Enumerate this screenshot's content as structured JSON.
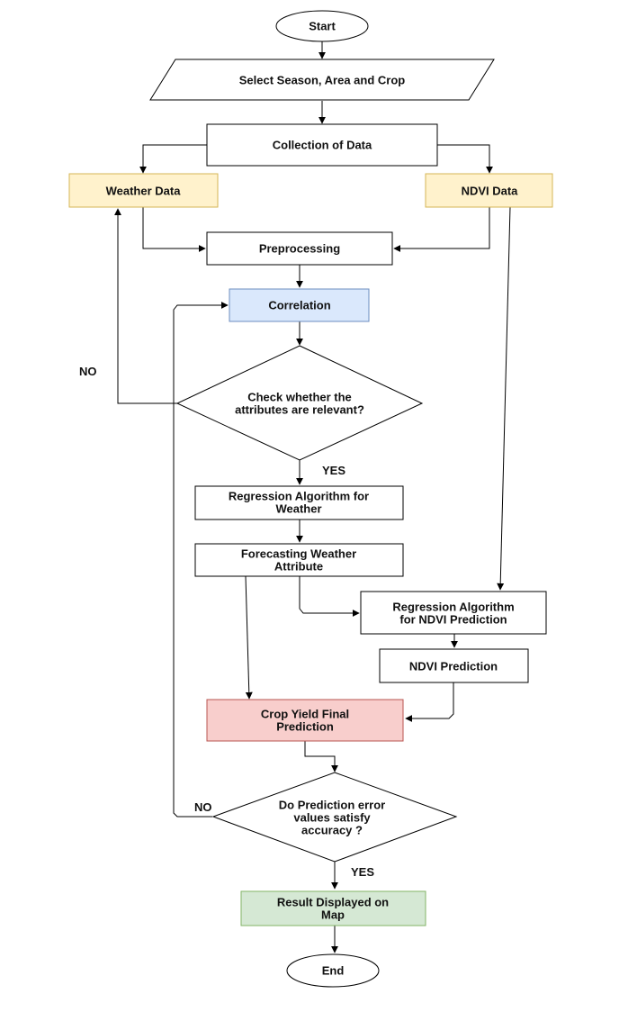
{
  "diagram": {
    "nodes": {
      "start": {
        "lines": [
          "Start"
        ]
      },
      "select": {
        "lines": [
          "Select Season, Area and Crop"
        ]
      },
      "collection": {
        "lines": [
          "Collection of Data"
        ]
      },
      "weather": {
        "lines": [
          "Weather Data"
        ]
      },
      "ndvi": {
        "lines": [
          "NDVI Data"
        ]
      },
      "preprocessing": {
        "lines": [
          "Preprocessing"
        ]
      },
      "correlation": {
        "lines": [
          "Correlation"
        ]
      },
      "check": {
        "lines": [
          "Check whether the",
          "attributes are relevant?"
        ]
      },
      "regression_weather": {
        "lines": [
          "Regression Algorithm for",
          "Weather"
        ]
      },
      "forecasting": {
        "lines": [
          "Forecasting Weather",
          "Attribute"
        ]
      },
      "regression_ndvi": {
        "lines": [
          "Regression Algorithm",
          "for NDVI Prediction"
        ]
      },
      "ndvi_prediction": {
        "lines": [
          "NDVI Prediction"
        ]
      },
      "crop_yield": {
        "lines": [
          "Crop Yield Final",
          "Prediction"
        ]
      },
      "error_check": {
        "lines": [
          "Do Prediction error",
          "values satisfy",
          "accuracy ?"
        ]
      },
      "result": {
        "lines": [
          "Result Displayed on",
          "Map"
        ]
      },
      "end": {
        "lines": [
          "End"
        ]
      }
    },
    "labels": {
      "check_no": "NO",
      "check_yes": "YES",
      "error_no": "NO",
      "error_yes": "YES"
    },
    "colors": {
      "weather_fill": "#fff2cc",
      "weather_stroke": "#d6b656",
      "ndvi_fill": "#fff2cc",
      "ndvi_stroke": "#d6b656",
      "correlation_fill": "#dae8fc",
      "correlation_stroke": "#6c8ebf",
      "crop_yield_fill": "#f8cecc",
      "crop_yield_stroke": "#b85450",
      "result_fill": "#d5e8d4",
      "result_stroke": "#82b366",
      "default_stroke": "#000000"
    }
  }
}
